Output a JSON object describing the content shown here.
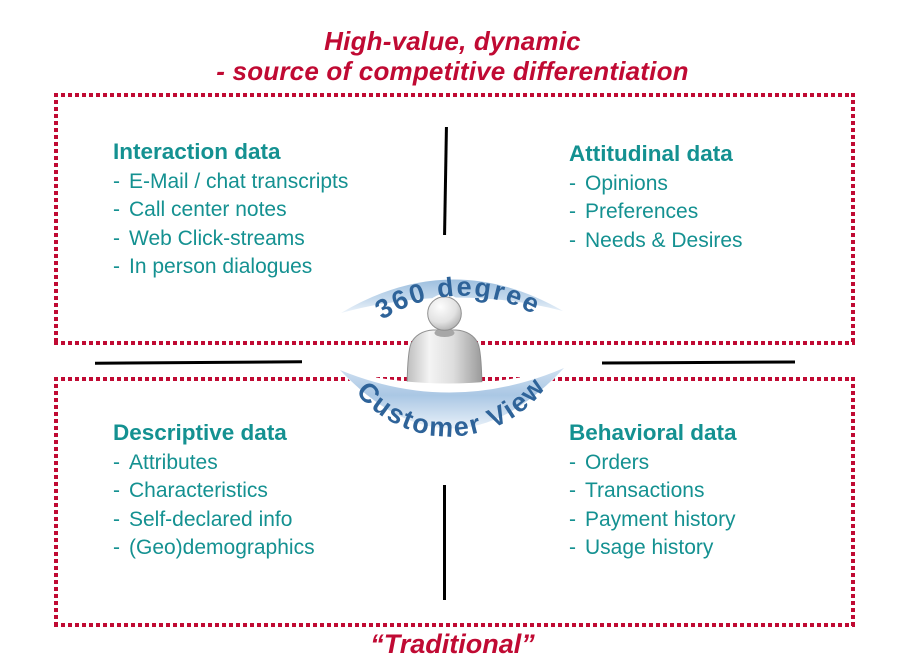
{
  "title": {
    "line1": "High-value, dynamic",
    "line2": "- source of competitive differentiation"
  },
  "center": {
    "arc_top_text": "360 degree",
    "arc_bottom_text": "Customer View"
  },
  "bullet": "-",
  "quadrants": {
    "top_left": {
      "heading": "Interaction data",
      "items": [
        "E-Mail / chat transcripts",
        "Call center notes",
        "Web Click-streams",
        "In person dialogues"
      ]
    },
    "top_right": {
      "heading": "Attitudinal data",
      "items": [
        "Opinions",
        "Preferences",
        "Needs & Desires"
      ]
    },
    "bottom_left": {
      "heading": "Descriptive data",
      "items": [
        "Attributes",
        "Characteristics",
        "Self-declared info",
        "(Geo)demographics"
      ]
    },
    "bottom_right": {
      "heading": "Behavioral data",
      "items": [
        "Orders",
        "Transactions",
        "Payment history",
        "Usage history"
      ]
    }
  },
  "footer": {
    "label": "“Traditional”"
  },
  "colors": {
    "accent_red": "#c00a33",
    "teal": "#149191",
    "blue_text": "#2e6399",
    "swoosh_blue": "#aac7e4"
  }
}
